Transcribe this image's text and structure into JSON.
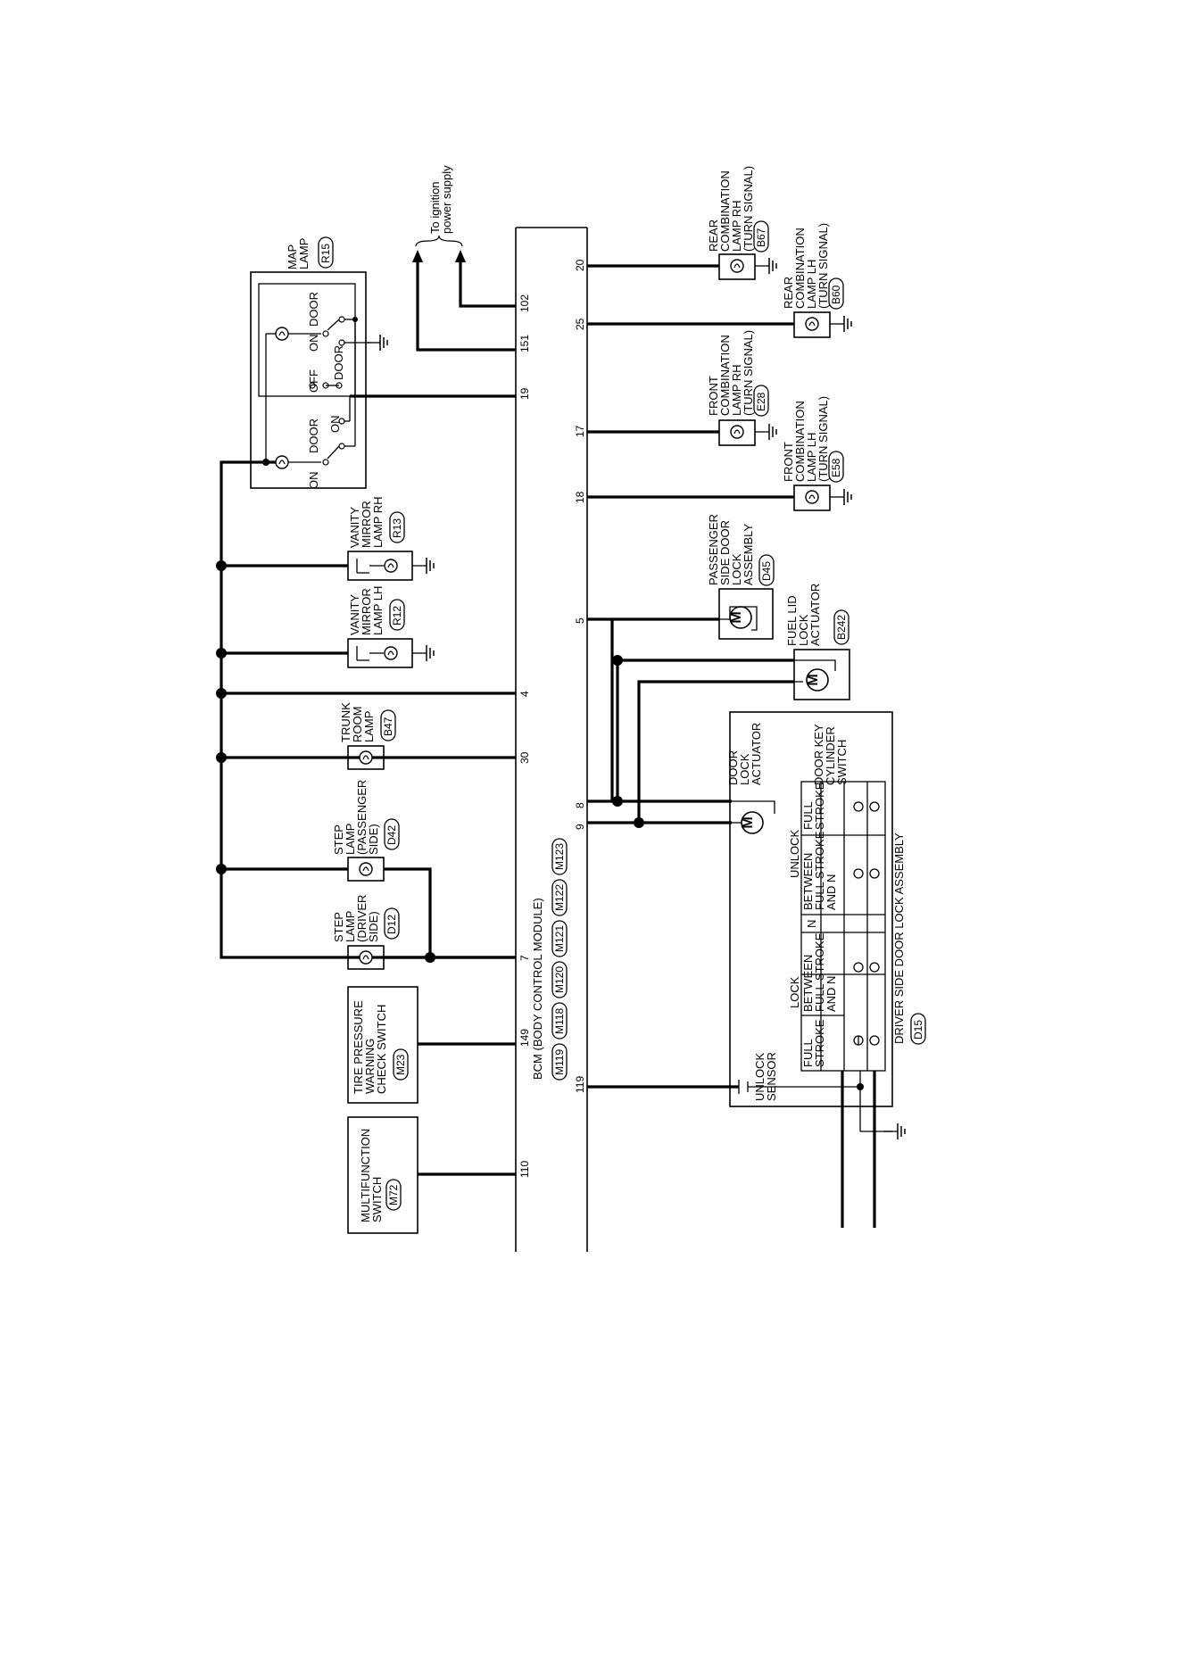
{
  "bcm": {
    "title": "BCM (BODY CONTROL MODULE)",
    "connectors": [
      "M118",
      "M119",
      "M120",
      "M121",
      "M122",
      "M123"
    ]
  },
  "ignition_note": [
    "To ignition",
    "power supply"
  ],
  "components": {
    "multifunction_switch": {
      "label": [
        "MULTIFUNCTION",
        "SWITCH"
      ],
      "connector": "M72"
    },
    "tire_pressure_switch": {
      "label": [
        "TIRE PRESSURE",
        "WARNING",
        "CHECK SWITCH"
      ],
      "connector": "M23"
    },
    "step_lamp_driver": {
      "label": [
        "STEP",
        "LAMP",
        "(DRIVER",
        "SIDE)"
      ],
      "connector": "D12"
    },
    "step_lamp_passenger": {
      "label": [
        "STEP",
        "LAMP",
        "(PASSENGER",
        "SIDE)"
      ],
      "connector": "D42"
    },
    "trunk_room_lamp": {
      "label": [
        "TRUNK",
        "ROOM",
        "LAMP"
      ],
      "connector": "B47"
    },
    "vanity_mirror_lh": {
      "label": [
        "VANITY",
        "MIRROR",
        "LAMP LH"
      ],
      "connector": "R12"
    },
    "vanity_mirror_rh": {
      "label": [
        "VANITY",
        "MIRROR",
        "LAMP RH"
      ],
      "connector": "R13"
    },
    "map_lamp": {
      "label": [
        "MAP",
        "LAMP"
      ],
      "connector": "R15",
      "switch_labels": {
        "on": "ON",
        "off": "OFF",
        "door": "DOOR"
      }
    },
    "rear_combo_rh": {
      "label": [
        "REAR",
        "COMBINATION",
        "LAMP RH",
        "(TURN SIGNAL)"
      ],
      "connector": "B67"
    },
    "rear_combo_lh": {
      "label": [
        "REAR",
        "COMBINATION",
        "LAMP LH",
        "(TURN SIGNAL)"
      ],
      "connector": "B60"
    },
    "front_combo_rh": {
      "label": [
        "FRONT",
        "COMBINATION",
        "LAMP RH",
        "(TURN SIGNAL)"
      ],
      "connector": "E28"
    },
    "front_combo_lh": {
      "label": [
        "FRONT",
        "COMBINATION",
        "LAMP LH",
        "(TURN SIGNAL)"
      ],
      "connector": "E58"
    },
    "passenger_door_lock": {
      "label": [
        "PASSENGER",
        "SIDE DOOR",
        "LOCK",
        "ASSEMBLY"
      ],
      "connector": "D45"
    },
    "fuel_lid_actuator": {
      "label": [
        "FUEL LID",
        "LOCK",
        "ACTUATOR"
      ],
      "connector": "B242"
    },
    "driver_door_lock": {
      "label": "DRIVER SIDE DOOR LOCK ASSEMBLY",
      "connector": "D15",
      "actuator_label": [
        "DOOR",
        "LOCK",
        "ACTUATOR"
      ],
      "switch_label": [
        "DOOR KEY",
        "CYLINDER",
        "SWITCH"
      ],
      "sensor_label": [
        "UNLOCK",
        "SENSOR"
      ],
      "table": {
        "lock": "LOCK",
        "unlock": "UNLOCK",
        "n": "N",
        "full_stroke": [
          "FULL",
          "STROKE"
        ],
        "between": [
          "BETWEEN",
          "FULL STROKE",
          "AND N"
        ]
      }
    }
  },
  "pins": {
    "p110": "110",
    "p149": "149",
    "p7": "7",
    "p30": "30",
    "p4": "4",
    "p19": "19",
    "p151": "151",
    "p102": "102",
    "p119": "119",
    "p9": "9",
    "p8": "8",
    "p5": "5",
    "p18": "18",
    "p17": "17",
    "p25": "25",
    "p20": "20"
  }
}
